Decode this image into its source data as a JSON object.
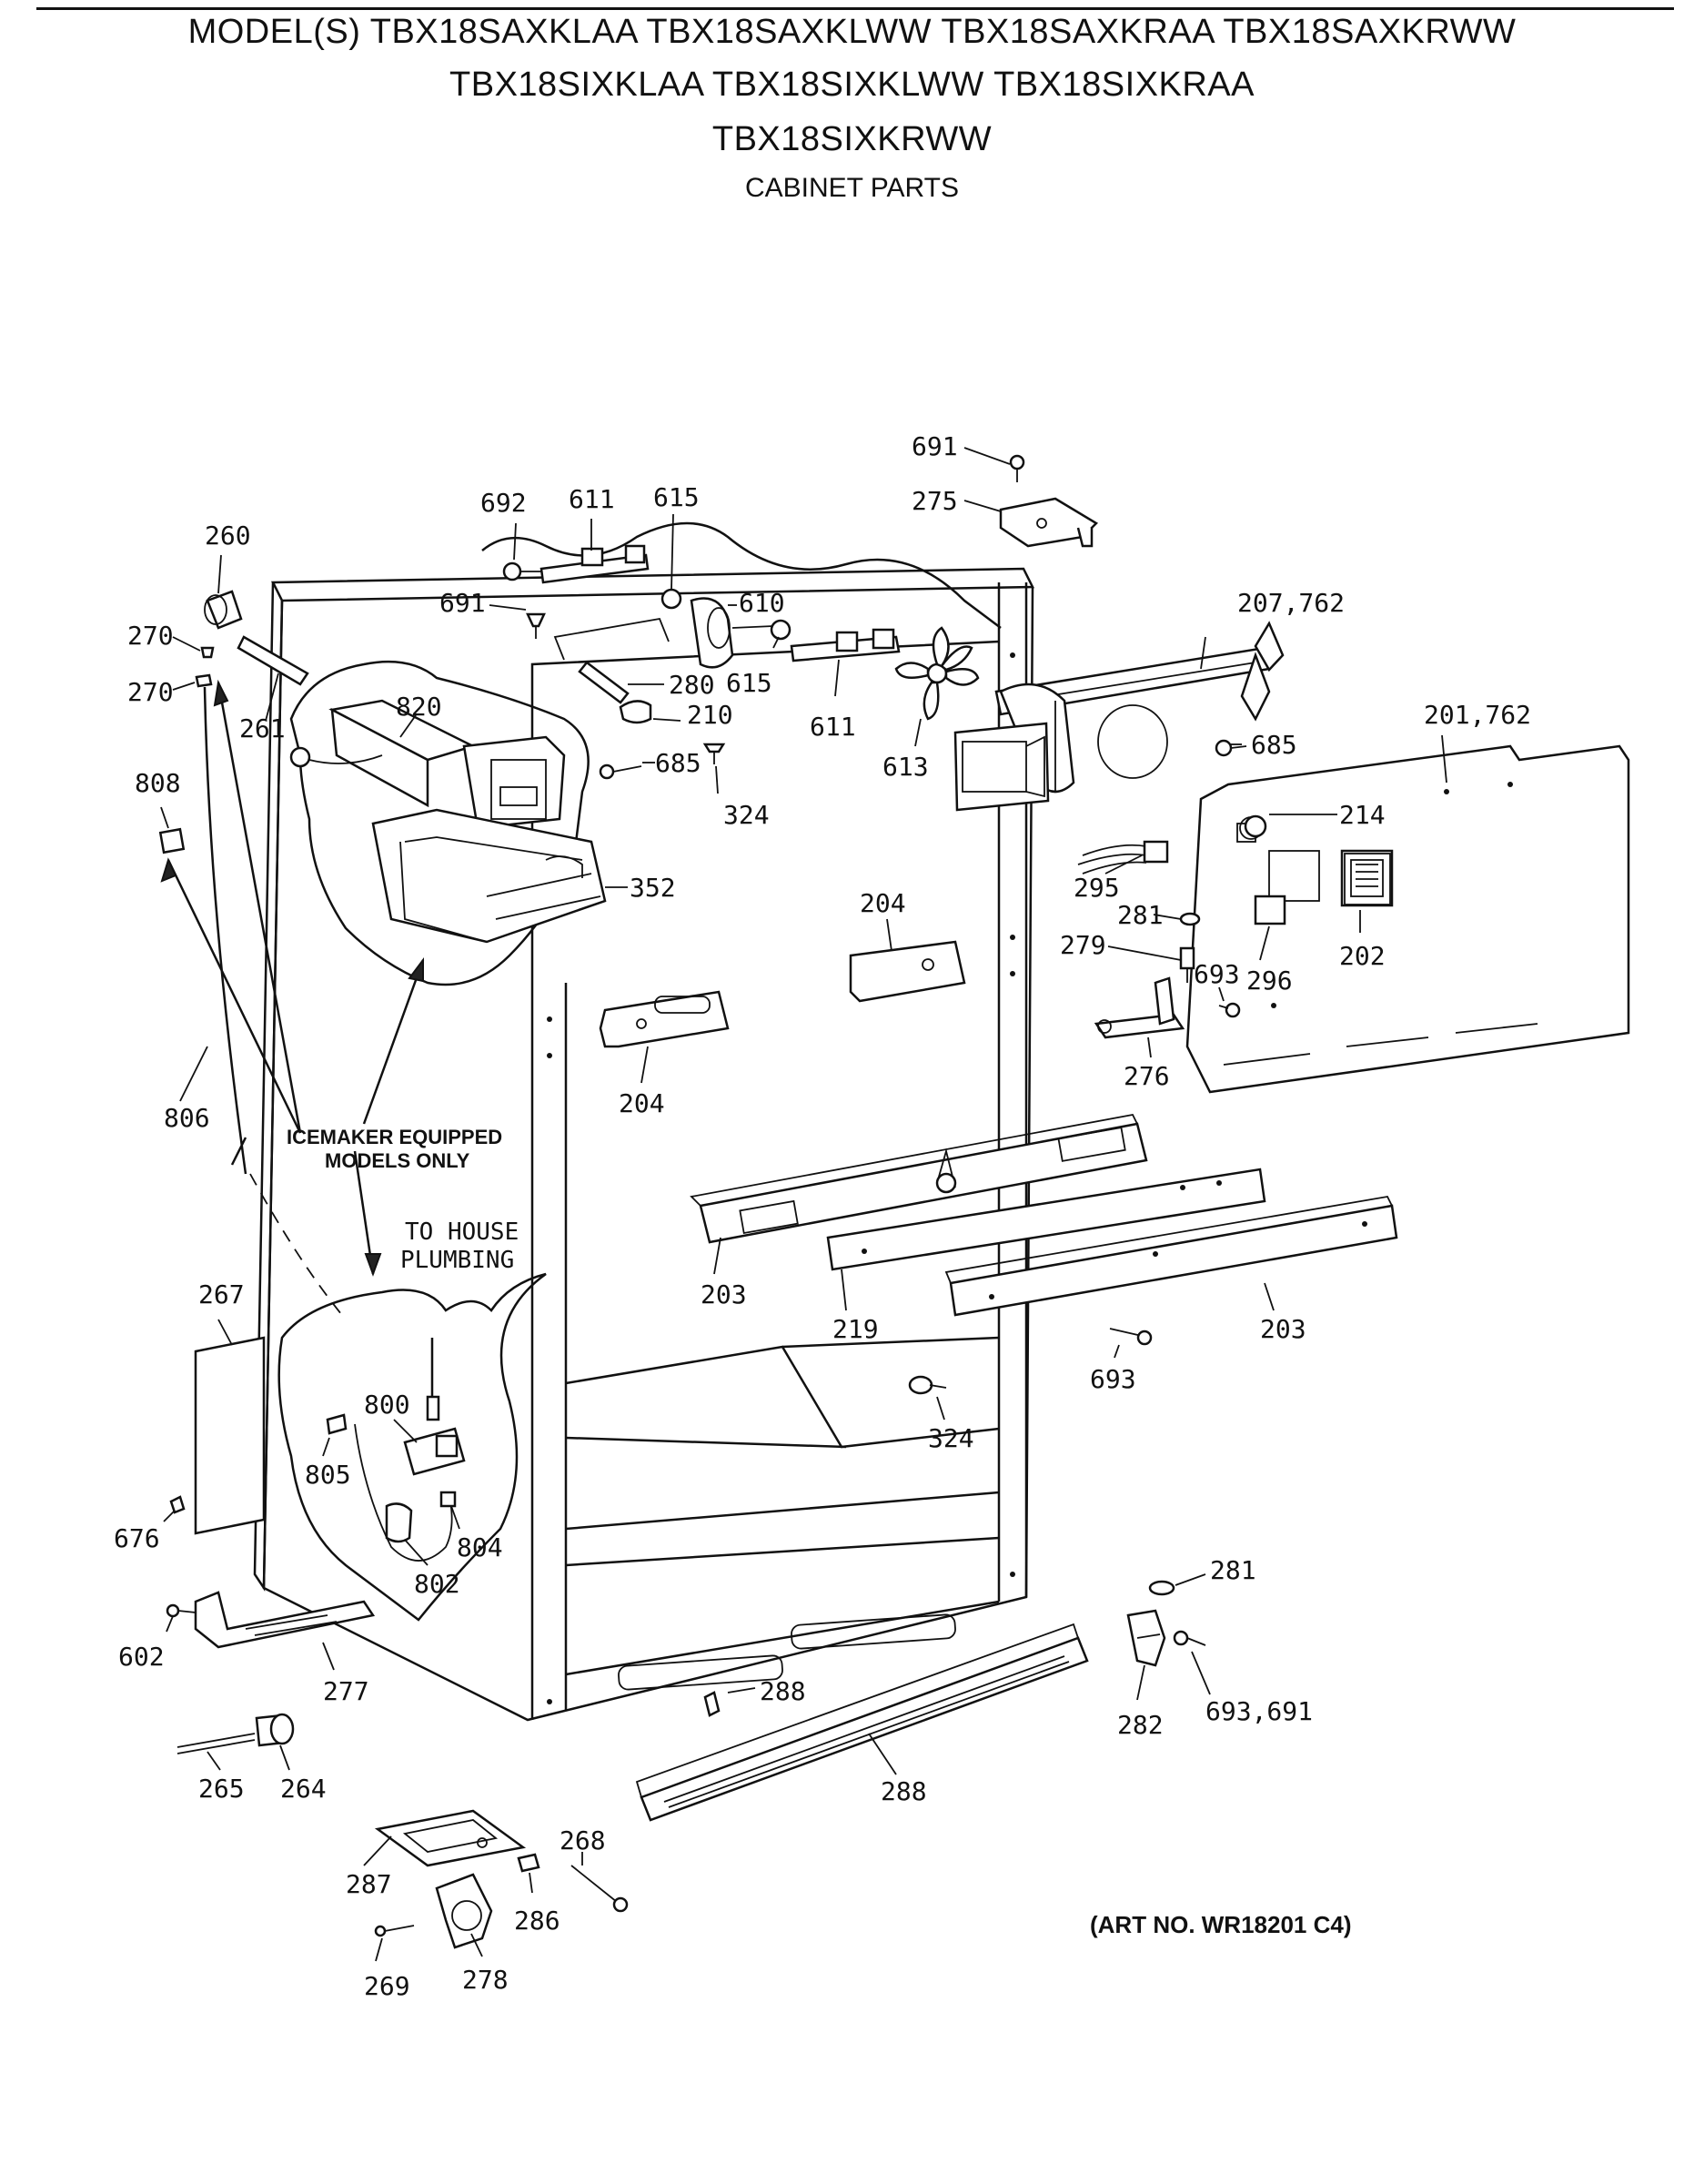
{
  "header": {
    "line1": "MODEL(S) TBX18SAXKLAA TBX18SAXKLWW TBX18SAXKRAA TBX18SAXKRWW",
    "line2": "TBX18SIXKLAA TBX18SIXKLWW TBX18SIXKRAA",
    "line3": "TBX18SIXKRWW",
    "subtitle": "CABINET PARTS"
  },
  "notes": {
    "icemaker_line1": "ICEMAKER EQUIPPED",
    "icemaker_line2": "MODELS ONLY",
    "plumbing_line1": "TO HOUSE",
    "plumbing_line2": "PLUMBING"
  },
  "art_number": "(ART NO. WR18201 C4)",
  "callouts": [
    {
      "id": "c691a",
      "text": "691"
    },
    {
      "id": "c275",
      "text": "275"
    },
    {
      "id": "c692",
      "text": "692"
    },
    {
      "id": "c611a",
      "text": "611"
    },
    {
      "id": "c615a",
      "text": "615"
    },
    {
      "id": "c260",
      "text": "260"
    },
    {
      "id": "c691b",
      "text": "691"
    },
    {
      "id": "c610",
      "text": "610"
    },
    {
      "id": "c207",
      "text": "207,762"
    },
    {
      "id": "c270a",
      "text": "270"
    },
    {
      "id": "c270b",
      "text": "270"
    },
    {
      "id": "c280",
      "text": "280"
    },
    {
      "id": "c615b",
      "text": "615"
    },
    {
      "id": "c820",
      "text": "820"
    },
    {
      "id": "c210",
      "text": "210"
    },
    {
      "id": "c611b",
      "text": "611"
    },
    {
      "id": "c261",
      "text": "261"
    },
    {
      "id": "c685a",
      "text": "685"
    },
    {
      "id": "c201",
      "text": "201,762"
    },
    {
      "id": "c685b",
      "text": "685"
    },
    {
      "id": "c613",
      "text": "613"
    },
    {
      "id": "c808",
      "text": "808"
    },
    {
      "id": "c324a",
      "text": "324"
    },
    {
      "id": "c214",
      "text": "214"
    },
    {
      "id": "c295",
      "text": "295"
    },
    {
      "id": "c352",
      "text": "352"
    },
    {
      "id": "c204a",
      "text": "204"
    },
    {
      "id": "c281a",
      "text": "281"
    },
    {
      "id": "c279",
      "text": "279"
    },
    {
      "id": "c693a",
      "text": "693"
    },
    {
      "id": "c202",
      "text": "202"
    },
    {
      "id": "c296",
      "text": "296"
    },
    {
      "id": "c276",
      "text": "276"
    },
    {
      "id": "c204b",
      "text": "204"
    },
    {
      "id": "c806",
      "text": "806"
    },
    {
      "id": "c203a",
      "text": "203"
    },
    {
      "id": "c219",
      "text": "219"
    },
    {
      "id": "c203b",
      "text": "203"
    },
    {
      "id": "c267",
      "text": "267"
    },
    {
      "id": "c693b",
      "text": "693"
    },
    {
      "id": "c324b",
      "text": "324"
    },
    {
      "id": "c800",
      "text": "800"
    },
    {
      "id": "c805",
      "text": "805"
    },
    {
      "id": "c804",
      "text": "804"
    },
    {
      "id": "c802",
      "text": "802"
    },
    {
      "id": "c676",
      "text": "676"
    },
    {
      "id": "c281b",
      "text": "281"
    },
    {
      "id": "c602",
      "text": "602"
    },
    {
      "id": "c277",
      "text": "277"
    },
    {
      "id": "c282",
      "text": "282"
    },
    {
      "id": "c693c",
      "text": "693,691"
    },
    {
      "id": "c288a",
      "text": "288"
    },
    {
      "id": "c265",
      "text": "265"
    },
    {
      "id": "c264",
      "text": "264"
    },
    {
      "id": "c288b",
      "text": "288"
    },
    {
      "id": "c268",
      "text": "268"
    },
    {
      "id": "c287",
      "text": "287"
    },
    {
      "id": "c286",
      "text": "286"
    },
    {
      "id": "c269",
      "text": "269"
    },
    {
      "id": "c278",
      "text": "278"
    }
  ]
}
